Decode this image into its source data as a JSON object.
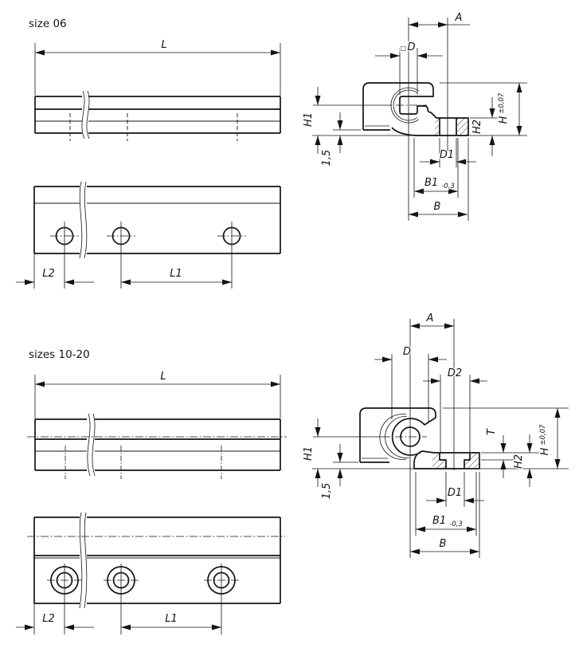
{
  "page": {
    "background": "#ffffff",
    "ink": "#141414"
  },
  "sections": {
    "size06": {
      "title": "size 06",
      "side_view": {
        "length": "L"
      },
      "front_view": {
        "hole_spacing": "L1",
        "end_distance": "L2"
      },
      "profile": {
        "center_offset": "A",
        "channel_square_symbol": "□",
        "channel_width": "D",
        "rail_center_height": "H1",
        "step_height": "H2",
        "total_height": "H",
        "total_height_tolerance": "±0,07",
        "bottom_clearance": "1,5",
        "hole_diameter": "D1",
        "base_width": "B1",
        "base_width_tolerance": "-0,3",
        "overall_width": "B"
      }
    },
    "sizes1020": {
      "title": "sizes 10-20",
      "side_view": {
        "length": "L"
      },
      "front_view": {
        "hole_spacing": "L1",
        "end_distance": "L2"
      },
      "profile": {
        "center_offset": "A",
        "shaft_diameter": "D",
        "counterbore_diameter": "D2",
        "counterbore_depth": "T",
        "rail_center_height": "H1",
        "step_height": "H2",
        "total_height": "H",
        "total_height_tolerance": "±0,07",
        "bottom_clearance": "1,5",
        "hole_diameter": "D1",
        "base_width": "B1",
        "base_width_tolerance": "-0,3",
        "overall_width": "B"
      }
    }
  }
}
